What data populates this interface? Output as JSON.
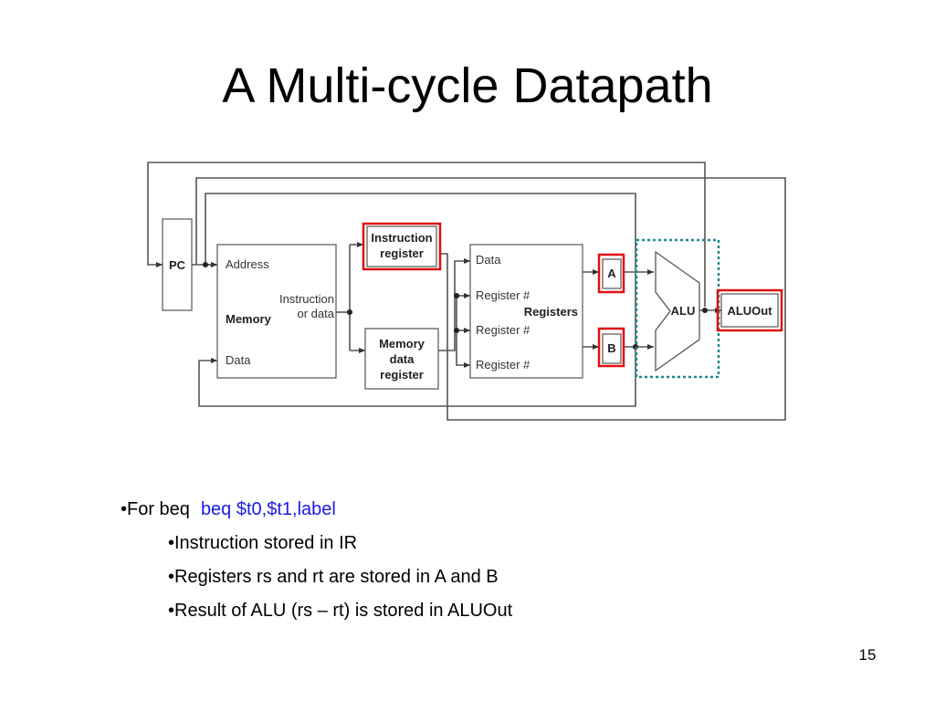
{
  "slide": {
    "title": "A Multi-cycle Datapath",
    "page_number": "15"
  },
  "diagram": {
    "pc_label": "PC",
    "memory": {
      "address": "Address",
      "instruction": "Instruction",
      "or_data": "or data",
      "title": "Memory",
      "data": "Data"
    },
    "instruction_register": {
      "line1": "Instruction",
      "line2": "register"
    },
    "memory_data_register": {
      "line1": "Memory",
      "line2": "data",
      "line3": "register"
    },
    "registers": {
      "data": "Data",
      "reg1": "Register #",
      "title": "Registers",
      "reg2": "Register #",
      "reg3": "Register #"
    },
    "a_label": "A",
    "b_label": "B",
    "alu_label": "ALU",
    "aluout_label": "ALUOut",
    "colors": {
      "highlight": "#e01010",
      "alu_box": "#1a8a8a",
      "wire": "#555555"
    }
  },
  "bullets": {
    "main_prefix": "•For beq",
    "main_code": "beq $t0,$t1,label",
    "sub": [
      "•Instruction stored in IR",
      "•Registers rs and rt are stored in A and B",
      "•Result of ALU (rs – rt) is stored in ALUOut"
    ]
  }
}
